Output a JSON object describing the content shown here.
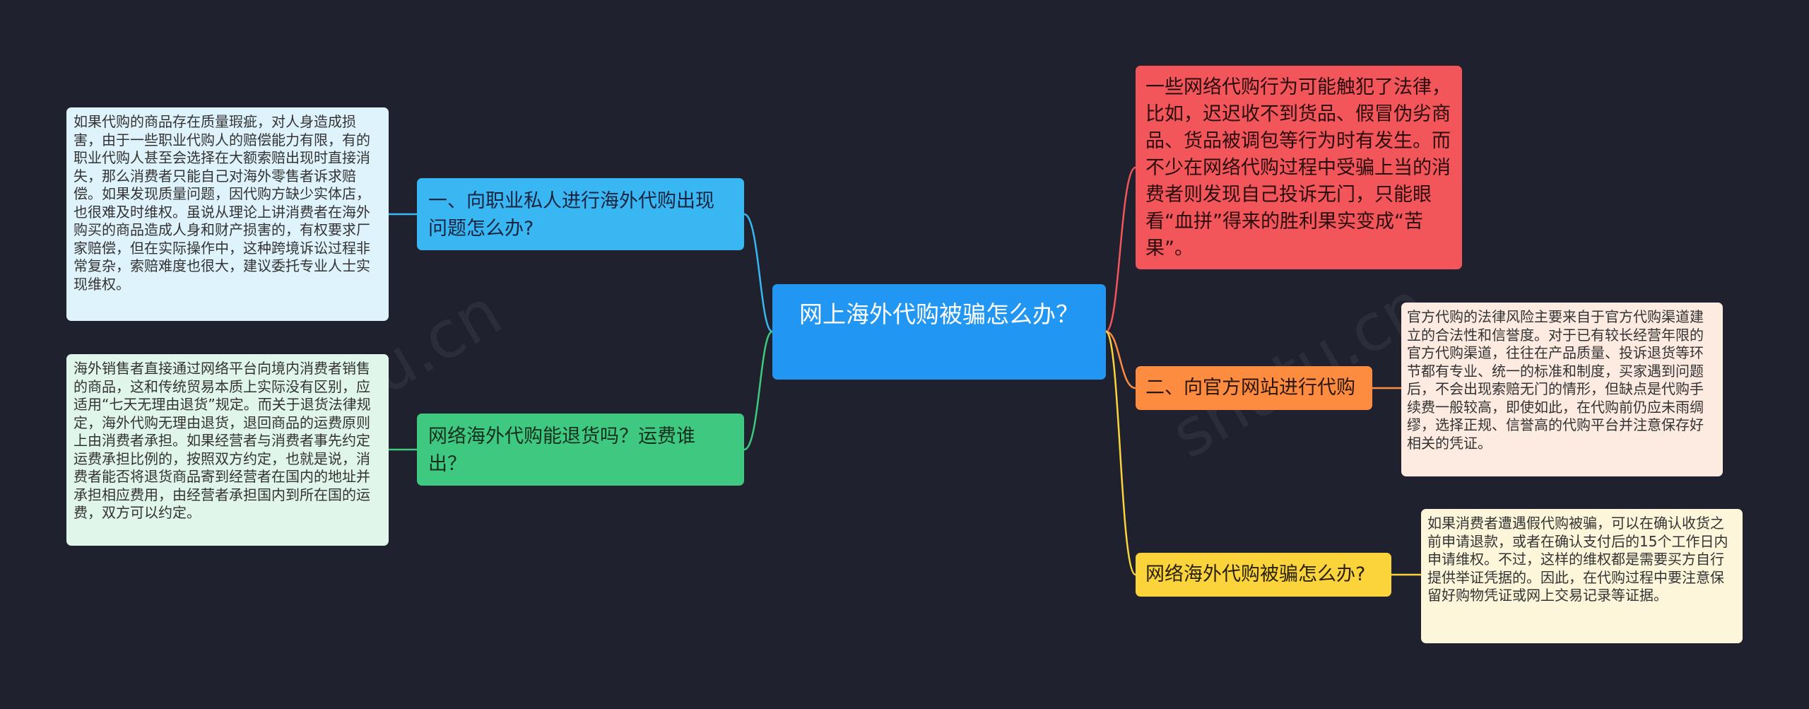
{
  "center": {
    "text": "网上海外代购被骗怎么办？"
  },
  "branches": {
    "left1": {
      "text": "一、向职业私人进行海外代购出现问题怎么办?",
      "color": "#39b7f3"
    },
    "left2": {
      "text": "网络海外代购能退货吗？运费谁出？",
      "color": "#3fc87f"
    },
    "right1": {
      "text": "一些网络代购行为可能触犯了法律，比如，迟迟收不到货品、假冒伪劣商品、货品被调包等行为时有发生。而不少在网络代购过程中受骗上当的消费者则发现自己投诉无门，只能眼看“血拼”得来的胜利果实变成“苦果”。",
      "color": "#f2555a"
    },
    "right2": {
      "text": "二、向官方网站进行代购",
      "color": "#fd8c41"
    },
    "right3": {
      "text": "网络海外代购被骗怎么办?",
      "color": "#fbd33a"
    }
  },
  "leaves": {
    "left1": {
      "text": "如果代购的商品存在质量瑕疵，对人身造成损害，由于一些职业代购人的赔偿能力有限，有的职业代购人甚至会选择在大额索赔出现时直接消失，那么消费者只能自己对海外零售者诉求赔偿。如果发现质量问题，因代购方缺少实体店，也很难及时维权。虽说从理论上讲消费者在海外购买的商品造成人身和财产损害的，有权要求厂家赔偿，但在实际操作中，这种跨境诉讼过程非常复杂，索赔难度也很大，建议委托专业人士实现维权。"
    },
    "left2": {
      "text": "海外销售者直接通过网络平台向境内消费者销售的商品，这和传统贸易本质上实际没有区别，应适用“七天无理由退货”规定。而关于退货法律规定，海外代购无理由退货，退回商品的运费原则上由消费者承担。如果经营者与消费者事先约定运费承担比例的，按照双方约定，也就是说，消费者能否将退货商品寄到经营者在国内的地址并承担相应费用，由经营者承担国内到所在国的运费，双方可以约定。"
    },
    "right2": {
      "text": "官方代购的法律风险主要来自于官方代购渠道建立的合法性和信誉度。对于已有较长经营年限的官方代购渠道，往往在产品质量、投诉退货等环节都有专业、统一的标准和制度，买家遇到问题后，不会出现索赔无门的情形，但缺点是代购手续费一般较高，即使如此，在代购前仍应未雨绸缪，选择正规、信誉高的代购平台并注意保存好相关的凭证。"
    },
    "right3": {
      "text": "如果消费者遭遇假代购被骗，可以在确认收货之前申请退款，或者在确认支付后的15个工作日内申请维权。不过，这样的维权都是需要买方自行提供举证凭据的。因此，在代购过程中要注意保留好购物凭证或网上交易记录等证据。"
    }
  },
  "colors": {
    "background": "#1f222e",
    "center": "#2196f3"
  }
}
